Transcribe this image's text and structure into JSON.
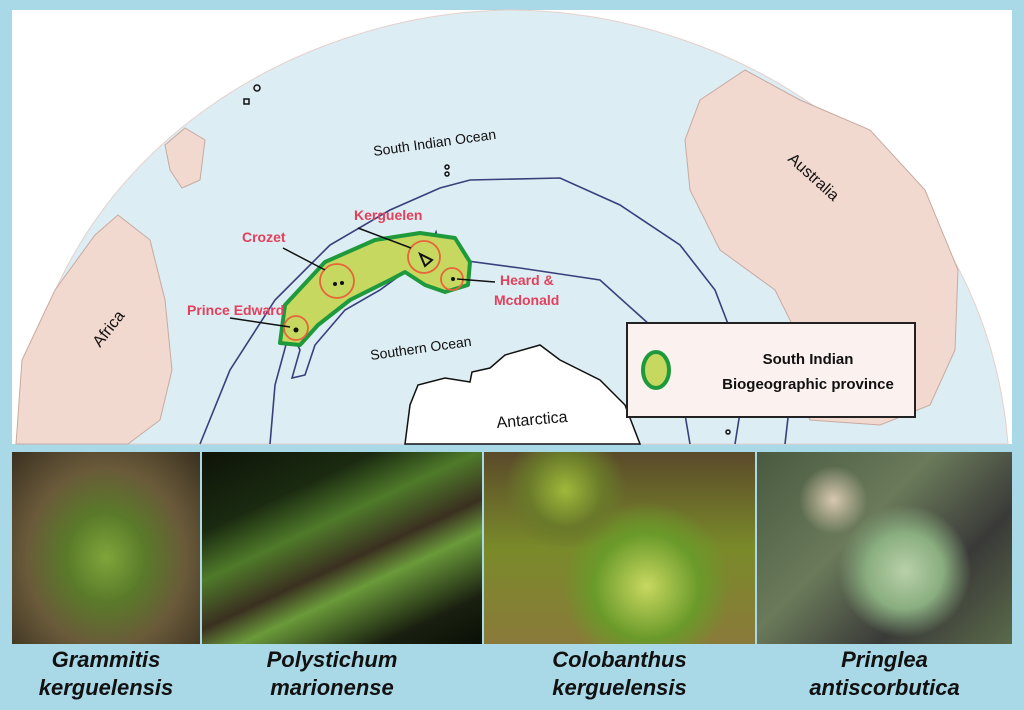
{
  "map": {
    "oceans": {
      "south_indian": "South Indian Ocean",
      "southern": "Southern Ocean"
    },
    "continents": {
      "africa": "Africa",
      "australia": "Australia",
      "antarctica": "Antarctica"
    },
    "islands": {
      "kerguelen": "Kerguelen",
      "crozet": "Crozet",
      "prince_edward": "Prince Edward",
      "heard_line1": "Heard &",
      "heard_line2": "Mcdonald"
    },
    "legend": {
      "line1": "South Indian",
      "line2": "Biogeographic province"
    },
    "colors": {
      "ocean": "#dcedf3",
      "land": "#f1d9cf",
      "province_fill": "#c6d860",
      "province_stroke": "#1e9a3c",
      "island_label": "#e2405c",
      "front_line": "#3a3f7c"
    }
  },
  "species": [
    {
      "genus": "Grammitis",
      "epithet": "kerguelensis"
    },
    {
      "genus": "Polystichum",
      "epithet": "marionense"
    },
    {
      "genus": "Colobanthus",
      "epithet": "kerguelensis"
    },
    {
      "genus": "Pringlea",
      "epithet": "antiscorbutica"
    }
  ]
}
